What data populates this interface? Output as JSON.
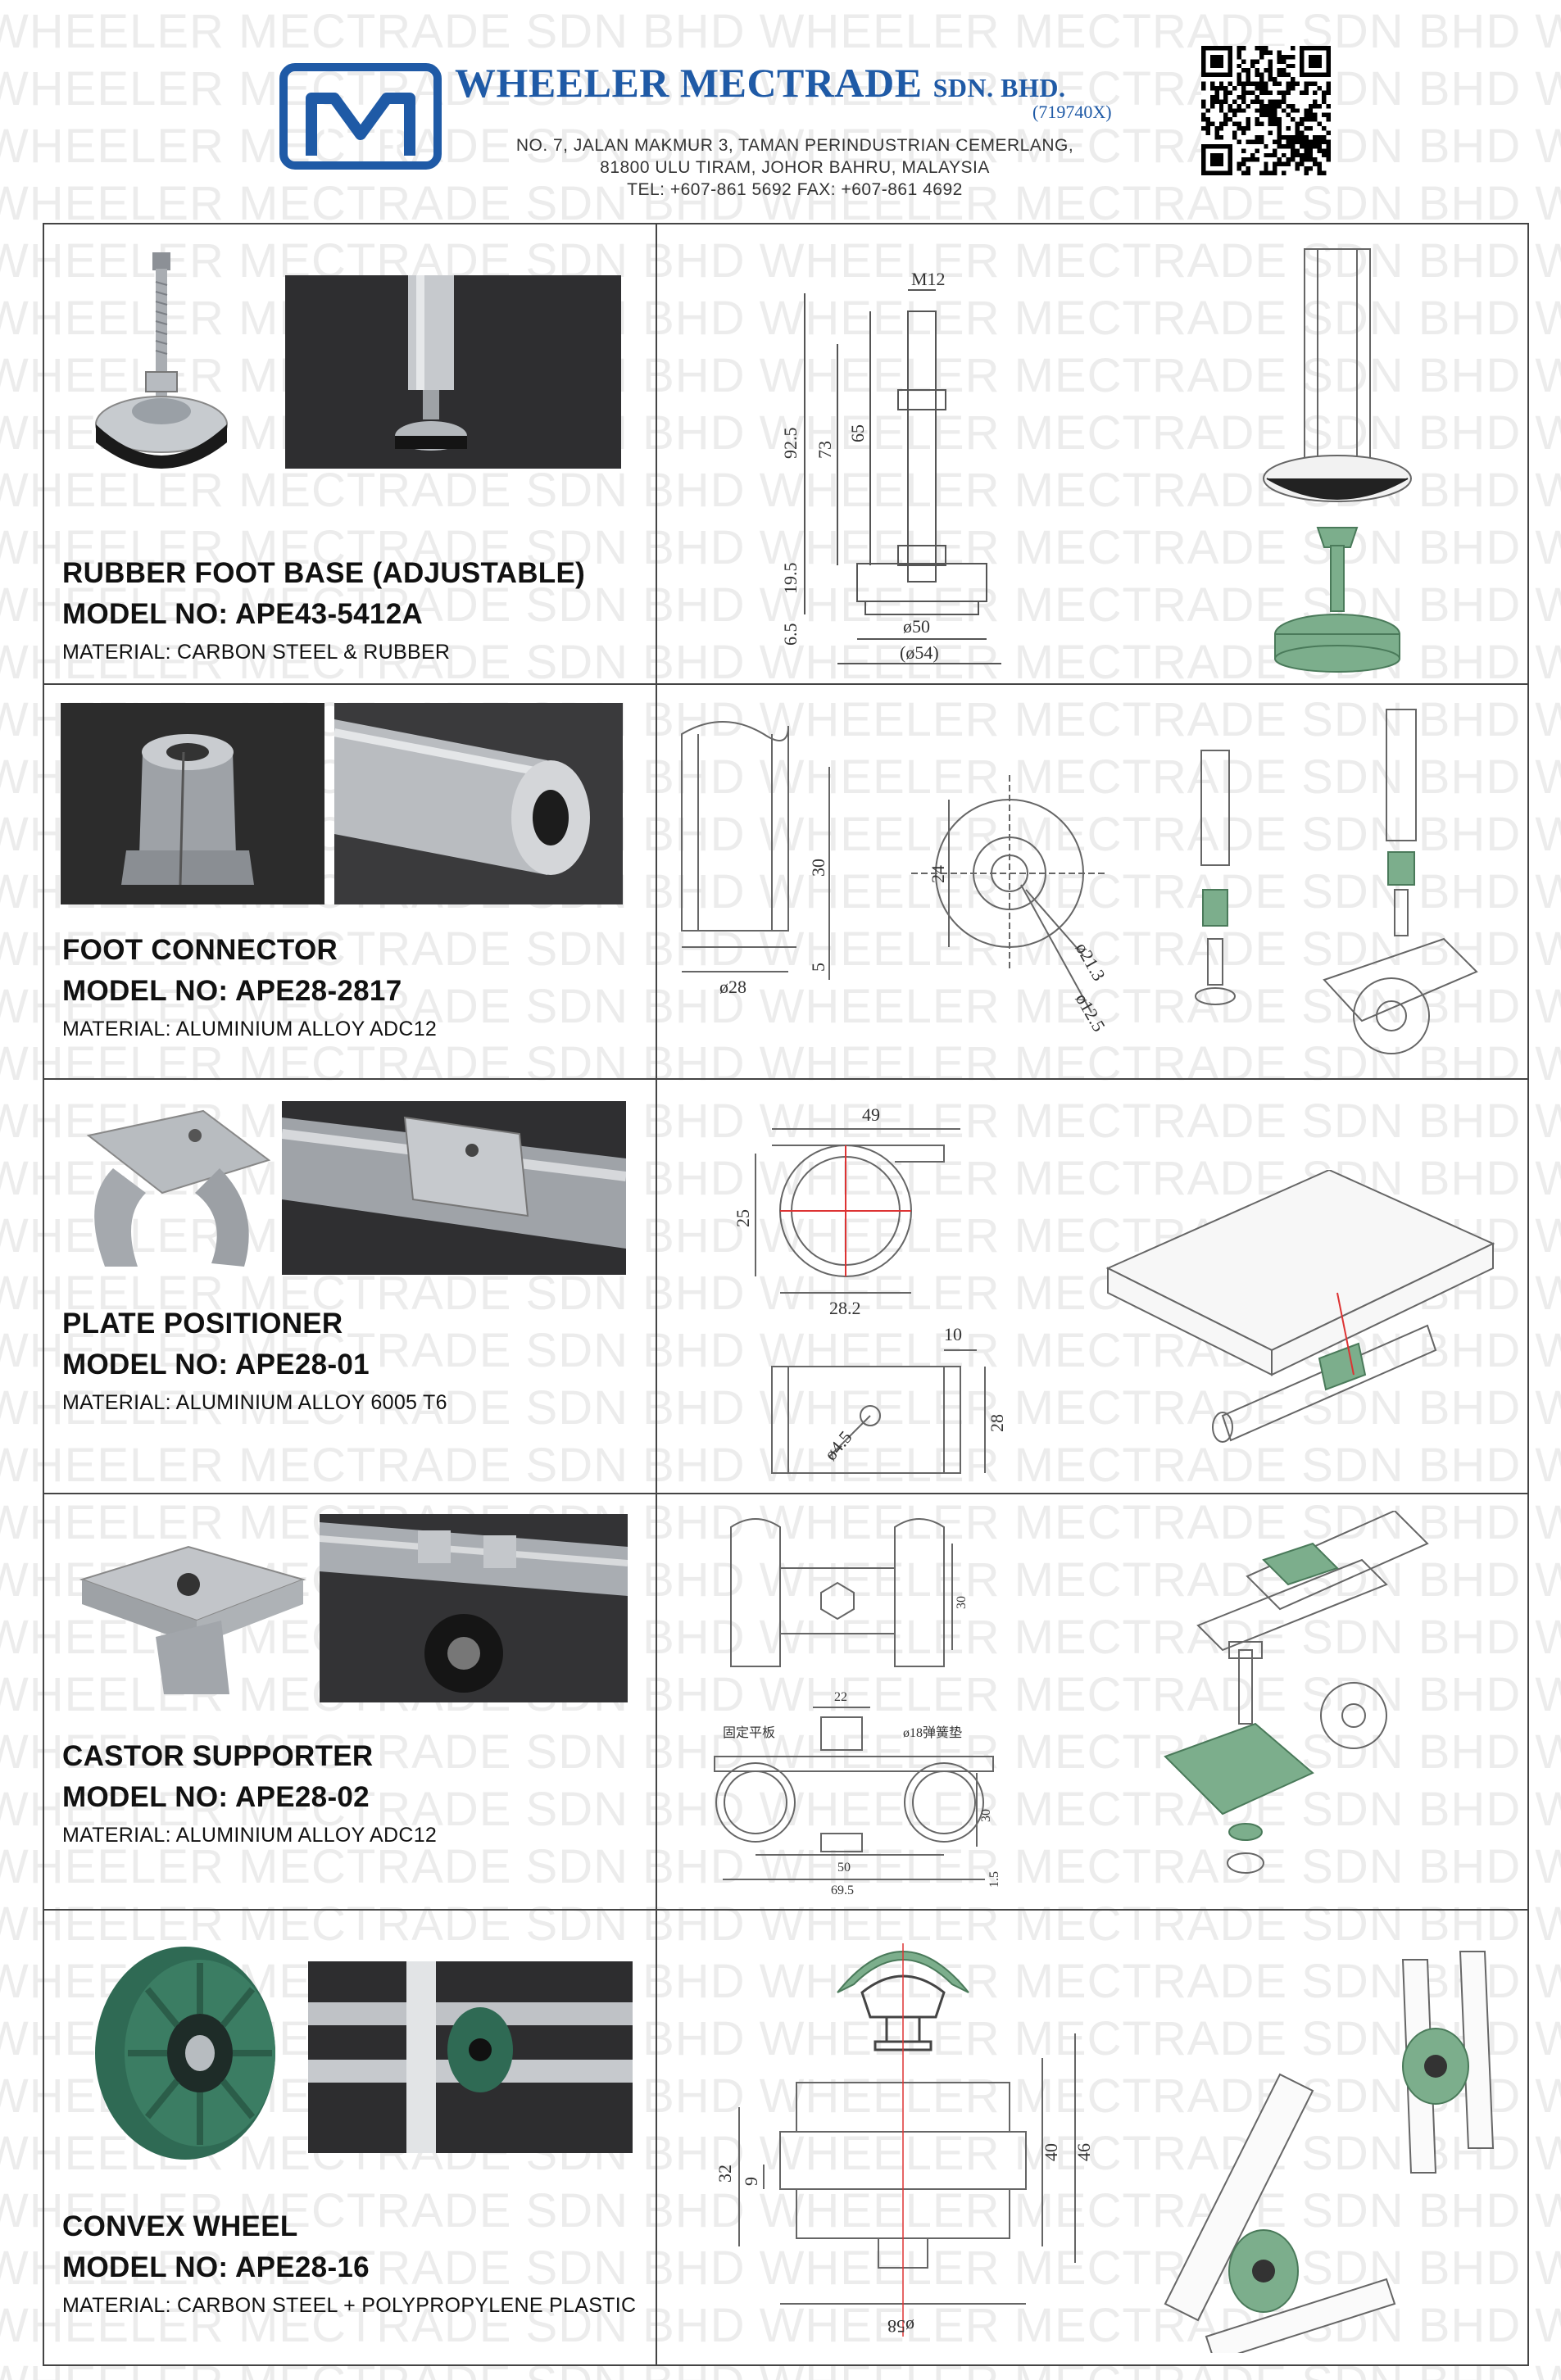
{
  "watermark": "WHEELER MECTRADE SDN BHD",
  "company": {
    "name": "WHEELER MECTRADE",
    "suffix": "SDN. BHD.",
    "registration": "(719740X)",
    "address_line1": "NO. 7, JALAN MAKMUR 3, TAMAN PERINDUSTRIAN CEMERLANG,",
    "address_line2": "81800 ULU TIRAM, JOHOR BAHRU, MALAYSIA",
    "contact": "TEL: +607-861 5692  FAX: +607-861 4692",
    "brand_color": "#1f5aa6"
  },
  "products": [
    {
      "title": "RUBBER FOOT BASE (ADJUSTABLE)",
      "model": "MODEL NO: APE43-5412A",
      "material": "MATERIAL: CARBON STEEL & RUBBER",
      "dimensions": {
        "thread": "M12",
        "overall": "92.5",
        "stud": "73",
        "thread_len": "65",
        "base_h": "19.5",
        "pad_h": "6.5",
        "pad_d": "ø50",
        "base_d": "(ø54)"
      }
    },
    {
      "title": "FOOT CONNECTOR",
      "model": "MODEL NO: APE28-2817",
      "material": "MATERIAL: ALUMINIUM ALLOY ADC12",
      "dimensions": {
        "height": "30",
        "lip": "5",
        "outer_d": "ø28",
        "width": "24",
        "hole_d": "ø21.3",
        "inner_d": "ø12.5"
      }
    },
    {
      "title": "PLATE POSITIONER",
      "model": "MODEL NO: APE28-01",
      "material": "MATERIAL: ALUMINIUM ALLOY 6005 T6",
      "dimensions": {
        "length": "49",
        "height": "25",
        "width": "28.2",
        "tab": "10",
        "side": "28",
        "hole": "ø4.5"
      }
    },
    {
      "title": "CASTOR SUPPORTER",
      "model": "MODEL NO: APE28-02",
      "material": "MATERIAL: ALUMINIUM ALLOY ADC12",
      "dimensions": {
        "top_h": "30",
        "gap": "22",
        "label_left": "固定平板",
        "label_right": "ø18弹簧垫",
        "side_h": "30",
        "span": "50",
        "total": "69.5",
        "thick": "1.5"
      }
    },
    {
      "title": "CONVEX WHEEL",
      "model": "MODEL NO: APE28-16",
      "material": "MATERIAL: CARBON STEEL + POLYPROPYLENE PLASTIC",
      "dimensions": {
        "height": "32",
        "hub": "9",
        "inner_h": "40",
        "total_h": "46",
        "dia": "ø58"
      }
    }
  ]
}
